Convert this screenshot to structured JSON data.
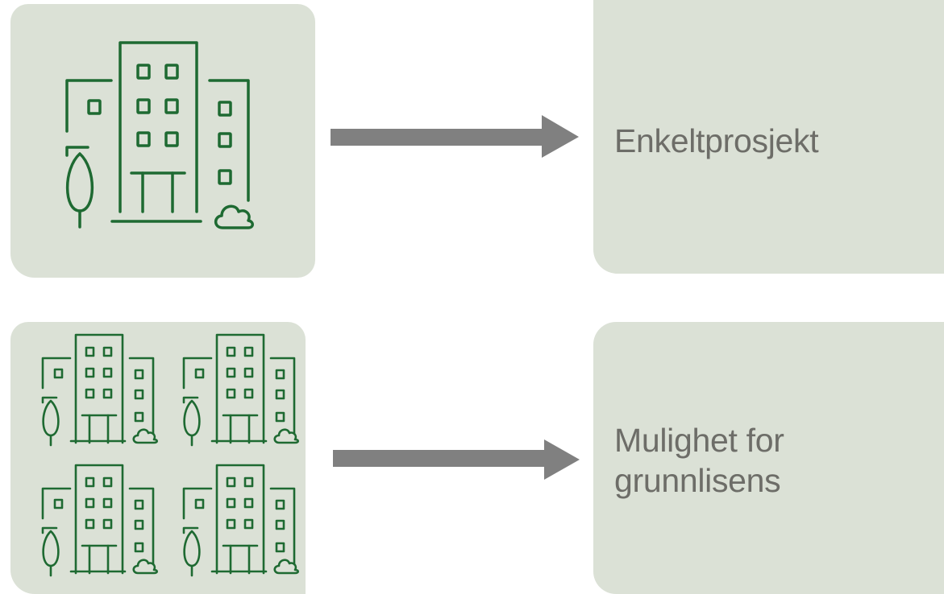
{
  "rows": [
    {
      "icon": "building-icon",
      "icon_count": 1,
      "label_lines": [
        "Enkeltprosjekt"
      ]
    },
    {
      "icon": "building-icon",
      "icon_count": 4,
      "label_lines": [
        "Mulighet for",
        "grunnlisens"
      ]
    }
  ],
  "colors": {
    "panel": "#dbe1d6",
    "icon_stroke": "#1e6a32",
    "arrow": "#808080",
    "text": "#6d6d68"
  }
}
